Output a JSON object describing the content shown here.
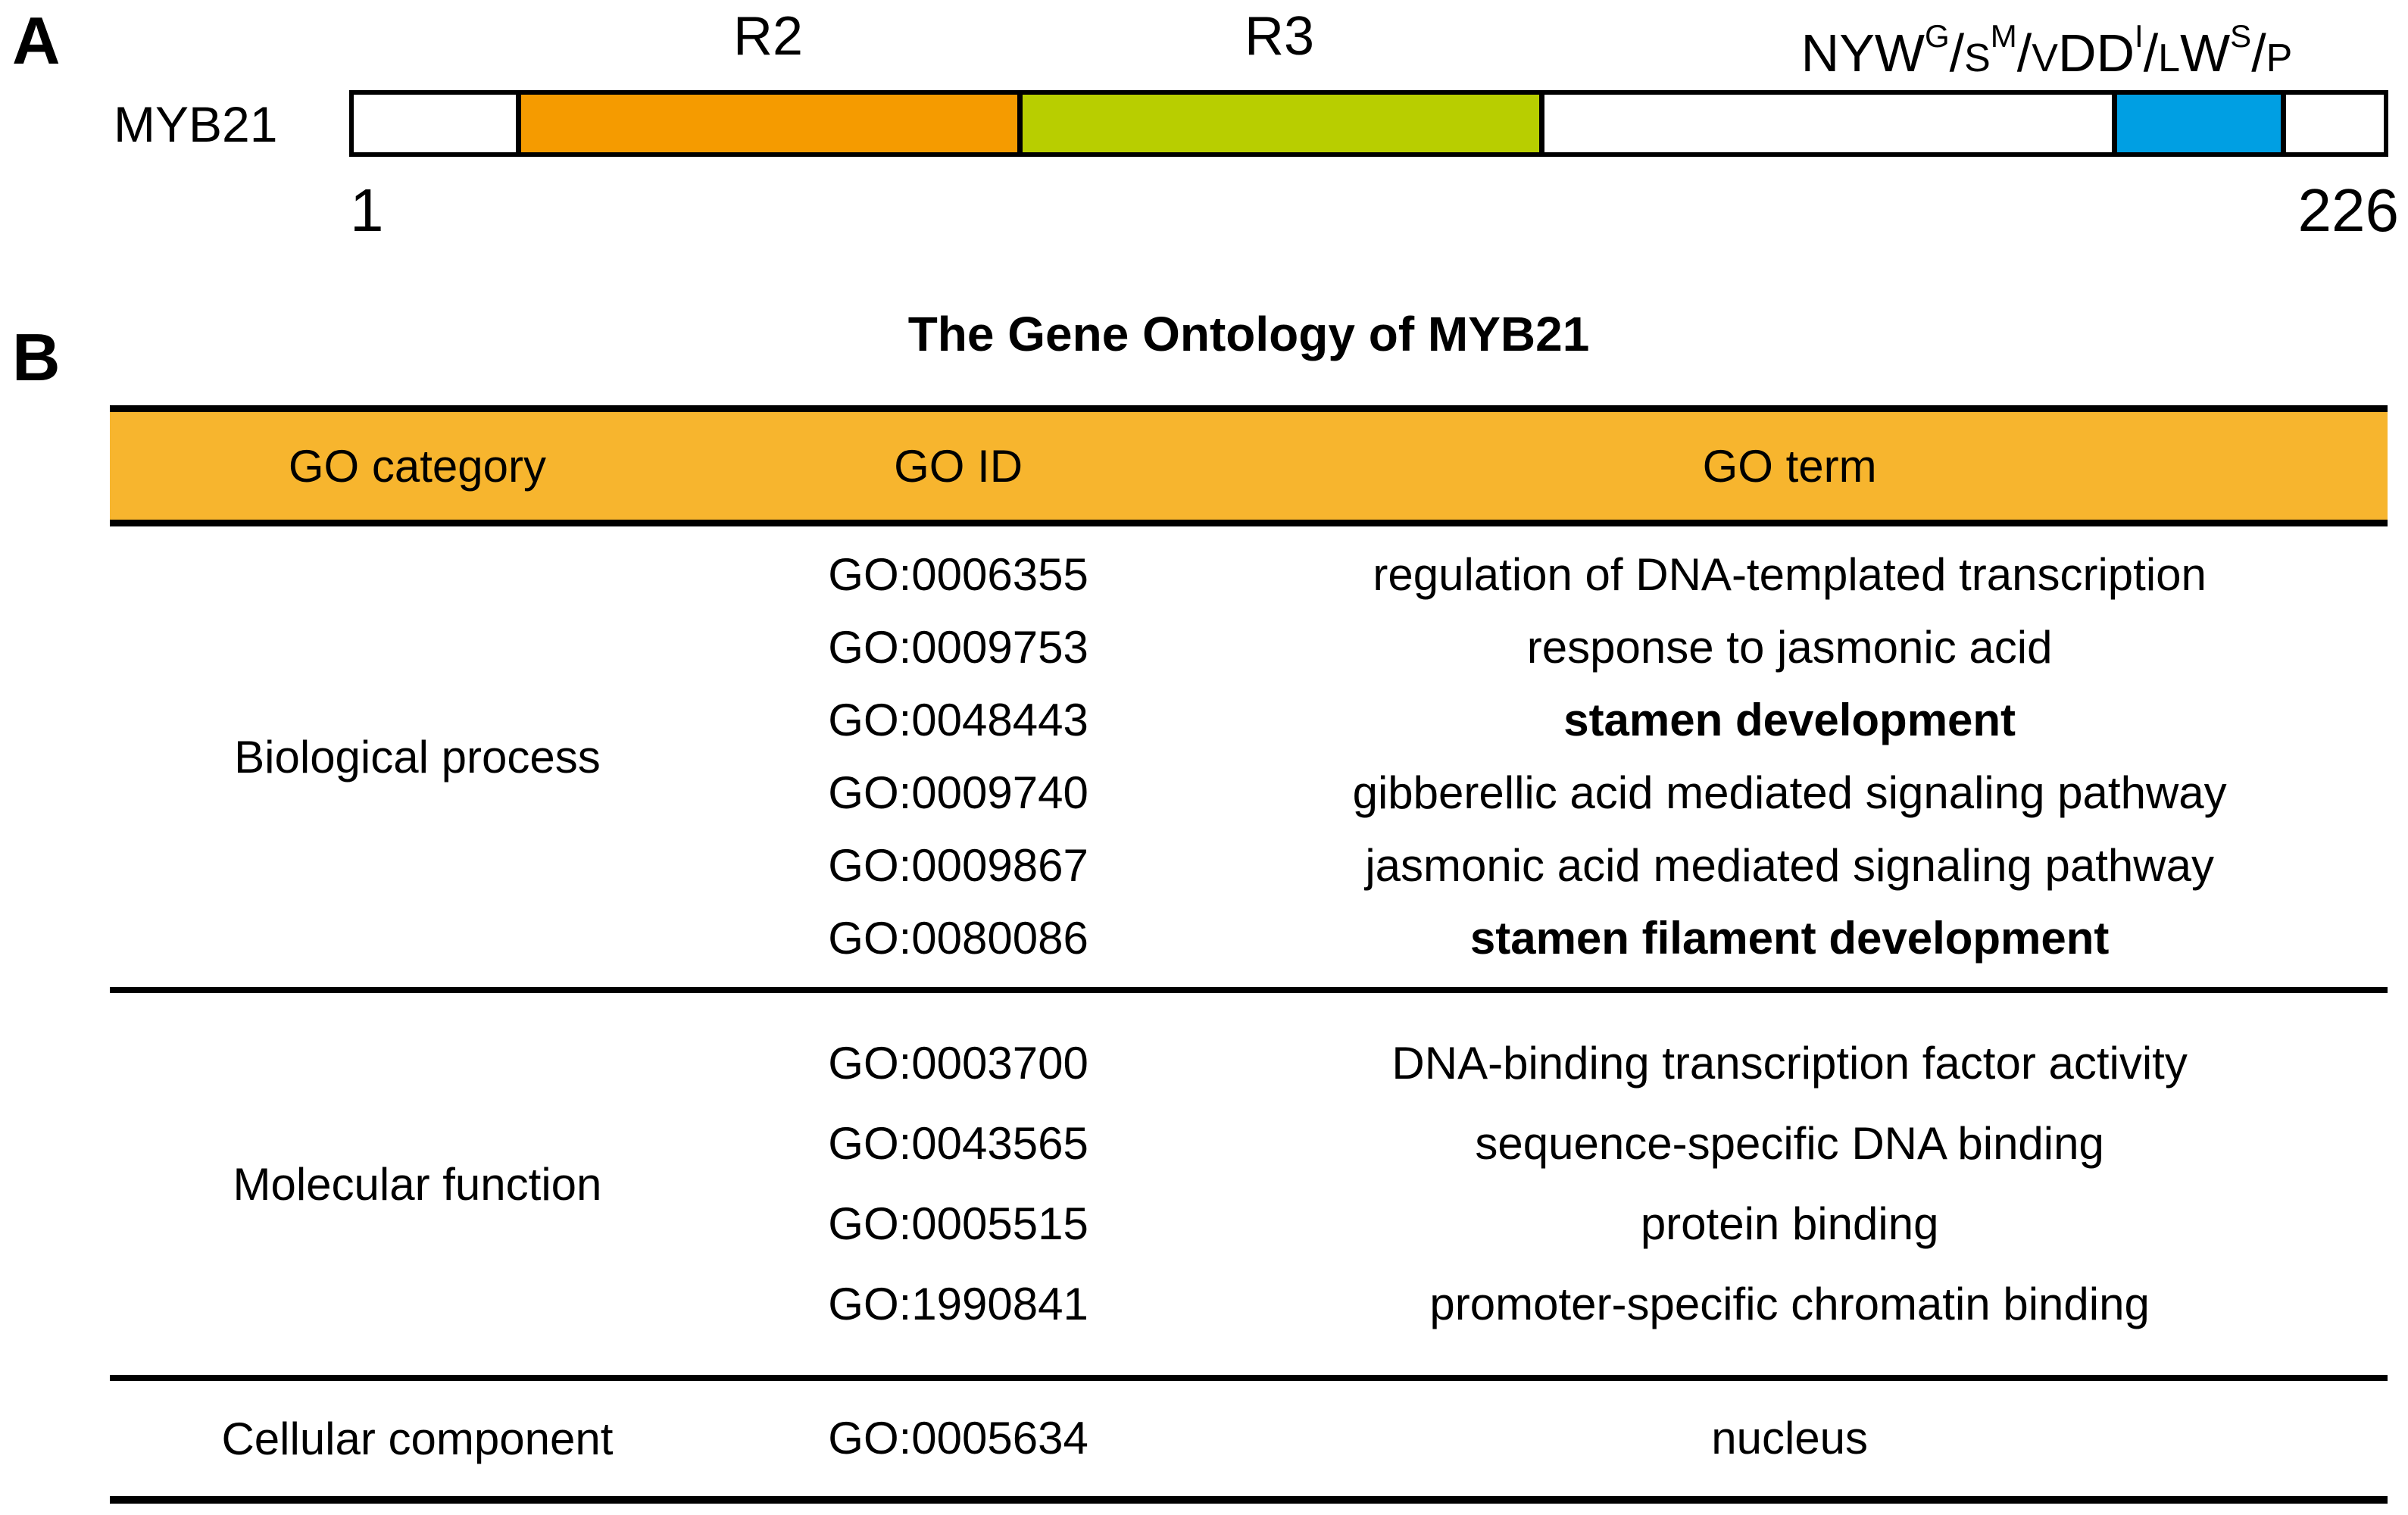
{
  "panel_a": {
    "label": "A",
    "protein_name": "MYB21",
    "start_residue": "1",
    "end_residue": "226",
    "bar": {
      "border_color": "#000000",
      "domains": [
        {
          "name": "R2",
          "color": "#F59B00",
          "left_pct": 8.1,
          "width_pct": 24.7
        },
        {
          "name": "R3",
          "color": "#B8CE00",
          "left_pct": 32.8,
          "width_pct": 25.7
        },
        {
          "name": "",
          "color": "#009FE3",
          "left_pct": 86.7,
          "width_pct": 8.35
        }
      ]
    },
    "motif_label": {
      "plain_text": "NYWG/SM/VDDI/LWS/P",
      "tokens": [
        {
          "t": "NYW",
          "s": "base"
        },
        {
          "t": "G",
          "s": "sup"
        },
        {
          "t": "/",
          "s": "base"
        },
        {
          "t": "S",
          "s": "small"
        },
        {
          "t": "M",
          "s": "sup"
        },
        {
          "t": "/",
          "s": "base"
        },
        {
          "t": "V",
          "s": "small"
        },
        {
          "t": "DD",
          "s": "base"
        },
        {
          "t": "I",
          "s": "sup"
        },
        {
          "t": "/",
          "s": "base"
        },
        {
          "t": "L",
          "s": "small"
        },
        {
          "t": "W",
          "s": "base"
        },
        {
          "t": "S",
          "s": "sup"
        },
        {
          "t": "/",
          "s": "base"
        },
        {
          "t": "P",
          "s": "small"
        }
      ]
    }
  },
  "panel_b": {
    "label": "B",
    "title": "The Gene Ontology of MYB21",
    "table": {
      "header_bg": "#F7B52E",
      "headers": [
        "GO category",
        "GO ID",
        "GO term"
      ],
      "sections": [
        {
          "category": "Biological process",
          "rows": [
            {
              "id": "GO:0006355",
              "term": "regulation of DNA-templated transcription",
              "bold": false
            },
            {
              "id": "GO:0009753",
              "term": "response to jasmonic acid",
              "bold": false
            },
            {
              "id": "GO:0048443",
              "term": "stamen development",
              "bold": true
            },
            {
              "id": "GO:0009740",
              "term": "gibberellic acid mediated signaling pathway",
              "bold": false
            },
            {
              "id": "GO:0009867",
              "term": "jasmonic acid mediated signaling pathway",
              "bold": false
            },
            {
              "id": "GO:0080086",
              "term": "stamen filament development",
              "bold": true
            }
          ]
        },
        {
          "category": "Molecular function",
          "rows": [
            {
              "id": "GO:0003700",
              "term": "DNA-binding transcription factor activity",
              "bold": false
            },
            {
              "id": "GO:0043565",
              "term": "sequence-specific DNA binding",
              "bold": false
            },
            {
              "id": "GO:0005515",
              "term": "protein binding",
              "bold": false
            },
            {
              "id": "GO:1990841",
              "term": "promoter-specific chromatin binding",
              "bold": false
            }
          ]
        },
        {
          "category": "Cellular component",
          "rows": [
            {
              "id": "GO:0005634",
              "term": "nucleus",
              "bold": false
            }
          ]
        }
      ]
    }
  }
}
